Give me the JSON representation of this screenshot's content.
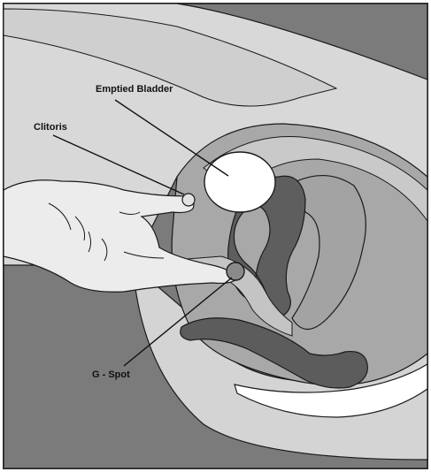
{
  "labels": {
    "emptied_bladder": "Emptied Bladder",
    "clitoris": "Clitoris",
    "g_spot": "G - Spot"
  },
  "colors": {
    "frame": "#333333",
    "background_dark": "#7a7a7a",
    "body_light": "#d6d6d6",
    "tissue_mid": "#a9a9a9",
    "organ_dark": "#5e5e5e",
    "hand": "#ececec",
    "bladder": "#ffffff",
    "outline": "#1a1a1a"
  }
}
